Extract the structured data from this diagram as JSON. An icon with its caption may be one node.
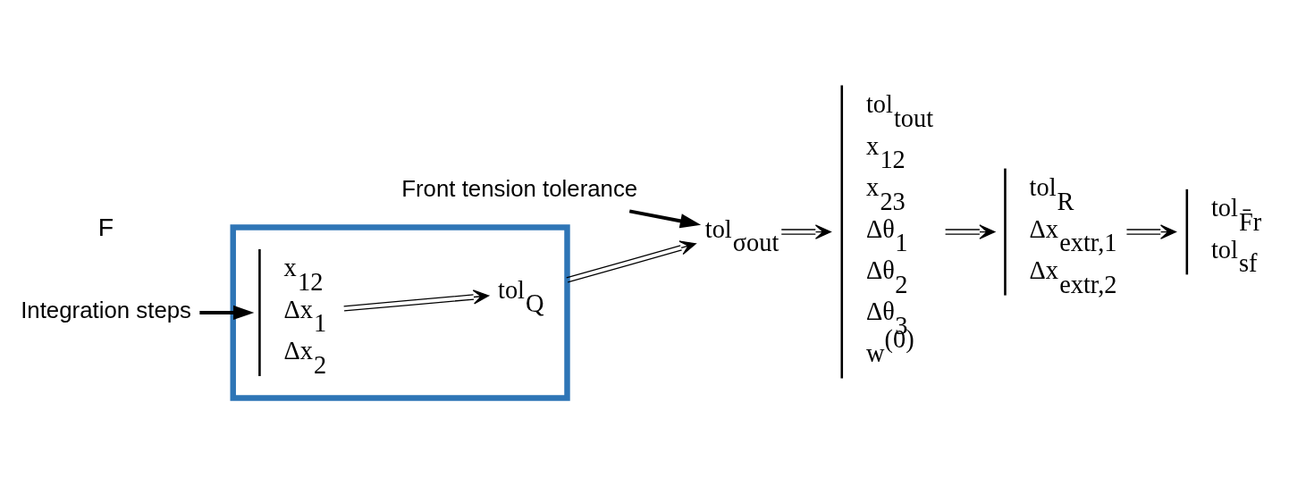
{
  "diagram": {
    "nodes": [
      {
        "text": [],
        "shape": "box"
      },
      {
        "text": [
          "x$_{12}$",
          "Δx$_{1}$",
          "Δx$_{2}$"
        ],
        "in": 0
      },
      {
        "text": [
          "tol$_{Q}$"
        ],
        "in": 0
      },
      {
        "text": [
          "tol$_{σout}$"
        ]
      },
      {
        "text": [
          "tol$_{tout}$",
          "x$_{12}$",
          "x$_{23}$",
          "Δθ$_{1}$",
          "Δθ$_{2}$",
          "Δθ$_{3}$",
          "w$^{(0)}$"
        ]
      },
      {
        "text": [
          "tol$_{R}$",
          "Δx$_{extr,1}$",
          "Δx$_{extr,2}$"
        ]
      },
      {
        "text": [
          "tol$_{F̄r}$",
          "tol$_{sf}$"
        ]
      },
      {
        "text": [
          "Integration steps"
        ]
      },
      {
        "text": [
          "Front tension tolerance"
        ]
      }
    ],
    "edges": [
      {
        "from": 1,
        "to": 2,
        "arrow": "to"
      },
      {
        "from": 0,
        "to": 3,
        "arrow": "to"
      },
      {
        "from": 3,
        "to": 4,
        "arrow": "to"
      },
      {
        "from": 4,
        "to": 5,
        "arrow": "to"
      },
      {
        "from": 5,
        "to": 6,
        "arrow": "to"
      },
      {
        "from": 7,
        "to": 1,
        "arrow": "to",
        "style": "thick"
      },
      {
        "from": 8,
        "to": 3,
        "arrow": "to",
        "style": "thick"
      }
    ],
    "labels": [
      "F"
    ]
  }
}
